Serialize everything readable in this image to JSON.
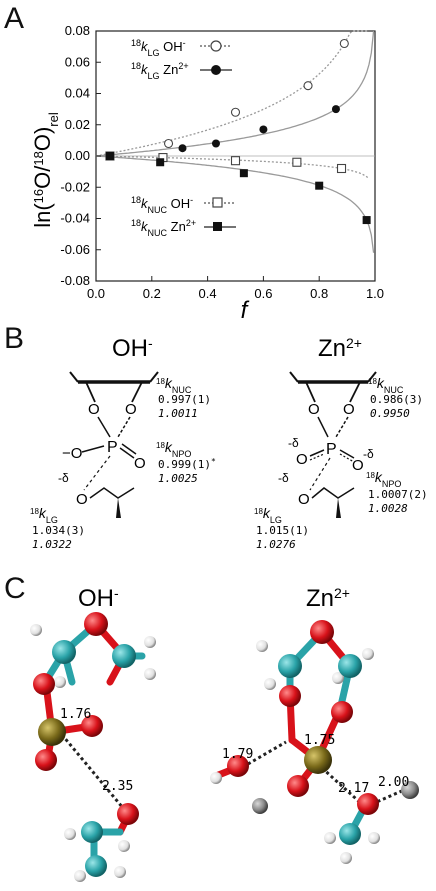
{
  "panels": {
    "a": "A",
    "b": "B",
    "c": "C"
  },
  "chart_data": {
    "type": "scatter",
    "xlabel": "f",
    "ylabel": "ln(16O/18O)rel",
    "xlim": [
      0.0,
      1.0
    ],
    "ylim": [
      -0.08,
      0.08
    ],
    "x_ticks": [
      "0.0",
      "0.2",
      "0.4",
      "0.6",
      "0.8",
      "1.0"
    ],
    "y_ticks": [
      "0.08",
      "0.06",
      "0.04",
      "0.02",
      "0.00",
      "-0.02",
      "-0.04",
      "-0.06",
      "-0.08"
    ],
    "legend_upper": [
      {
        "main": "18",
        "k": "k",
        "sub": "LG",
        "suffix": " OH",
        "sup": "-"
      },
      {
        "main": "18",
        "k": "k",
        "sub": "LG",
        "suffix": " Zn",
        "sup": "2+"
      }
    ],
    "legend_lower": [
      {
        "main": "18",
        "k": "k",
        "sub": "NUC",
        "suffix": " OH",
        "sup": "-"
      },
      {
        "main": "18",
        "k": "k",
        "sub": "NUC",
        "suffix": " Zn",
        "sup": "2+"
      }
    ],
    "series": [
      {
        "name": "18kLG OH-",
        "marker": "open-circle",
        "fit": "dotted",
        "x": [
          0.05,
          0.26,
          0.5,
          0.76,
          0.89
        ],
        "y": [
          0.0,
          0.008,
          0.028,
          0.045,
          0.072
        ]
      },
      {
        "name": "18kLG Zn2+",
        "marker": "filled-circle",
        "fit": "solid",
        "x": [
          0.05,
          0.31,
          0.43,
          0.6,
          0.86
        ],
        "y": [
          0.0,
          0.005,
          0.008,
          0.017,
          0.03
        ]
      },
      {
        "name": "18kNUC OH-",
        "marker": "open-square",
        "fit": "dotted",
        "x": [
          0.05,
          0.24,
          0.5,
          0.72,
          0.88
        ],
        "y": [
          0.0,
          -0.001,
          -0.003,
          -0.004,
          -0.008
        ]
      },
      {
        "name": "18kNUC Zn2+",
        "marker": "filled-square",
        "fit": "solid",
        "x": [
          0.05,
          0.23,
          0.53,
          0.8,
          0.97
        ],
        "y": [
          0.0,
          -0.004,
          -0.011,
          -0.019,
          -0.041
        ]
      }
    ]
  },
  "panel_b": {
    "left": {
      "title": "OH",
      "title_sup": "-",
      "nuc": {
        "label_pre": "18",
        "k": "k",
        "sub": "NUC",
        "value": "0.997(1)",
        "calc": "1.0011"
      },
      "npo": {
        "label_pre": "18",
        "k": "k",
        "sub": "NPO",
        "value": "0.999(1)",
        "mark": "*",
        "calc": "1.0025"
      },
      "lg": {
        "label_pre": "18",
        "k": "k",
        "sub": "LG",
        "value": "1.034(3)",
        "calc": "1.0322"
      },
      "atoms": {
        "p": "P",
        "o": "O",
        "neg_o": "−O",
        "delta": "-δ"
      }
    },
    "right": {
      "title": "Zn",
      "title_sup": "2+",
      "nuc": {
        "label_pre": "18",
        "k": "k",
        "sub": "NUC",
        "value": "0.986(3)",
        "calc": "0.9950"
      },
      "npo": {
        "label_pre": "18",
        "k": "k",
        "sub": "NPO",
        "value": "1.0007(2)",
        "calc": "1.0028"
      },
      "lg": {
        "label_pre": "18",
        "k": "k",
        "sub": "LG",
        "value": "1.015(1)",
        "calc": "1.0276"
      },
      "atoms": {
        "p": "P",
        "o": "O",
        "delta_left": "-δ",
        "delta_right": "-δ",
        "delta_lg": "-δ"
      }
    }
  },
  "panel_c": {
    "left": {
      "title": "OH",
      "title_sup": "-",
      "d1": "1.76",
      "d2": "2.35"
    },
    "right": {
      "title": "Zn",
      "title_sup": "2+",
      "d1": "1.79",
      "d2": "1.75",
      "d3": "2.17",
      "d4": "2.00"
    }
  },
  "colors": {
    "carbon": "#2aa3a8",
    "oxygen": "#d8121a",
    "hydrogen": "#e8e8e8",
    "phosphorus": "#7a6a1a",
    "zinc": "#8c8c8c",
    "fit": "#9a9a9a"
  }
}
